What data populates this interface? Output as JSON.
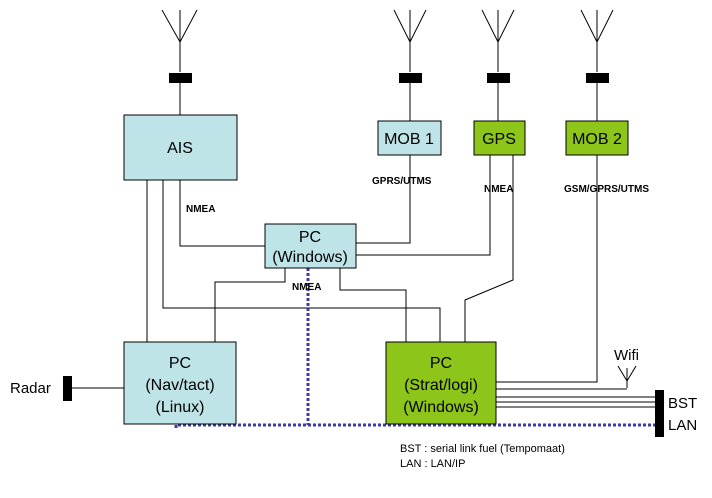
{
  "colors": {
    "light_box": "#bfe4e8",
    "green_box": "#8dc51a",
    "line": "#000000",
    "dotted_link": "#3b3ba8"
  },
  "boxes": {
    "ais": {
      "label": "AIS"
    },
    "mob1": {
      "label": "MOB 1"
    },
    "gps": {
      "label": "GPS"
    },
    "mob2": {
      "label": "MOB 2"
    },
    "pc_windows": {
      "line1": "PC",
      "line2": "(Windows)"
    },
    "pc_nav": {
      "line1": "PC",
      "line2": "(Nav/tact)",
      "line3": "(Linux)"
    },
    "pc_strat": {
      "line1": "PC",
      "line2": "(Strat/logi)",
      "line3": "(Windows)"
    }
  },
  "labels": {
    "nmea_ais": "NMEA",
    "gprs_utms": "GPRS/UTMS",
    "nmea_gps": "NMEA",
    "gsm_gprs_utms": "GSM/GPRS/UTMS",
    "nmea_pc": "NMEA",
    "radar": "Radar",
    "wifi": "Wifi",
    "bst": "BST",
    "lan": "LAN"
  },
  "legend": {
    "bst": "BST : serial link fuel (Tempomaat)",
    "lan": "LAN : LAN/IP"
  },
  "icons": [
    "antenna-icon",
    "connector-icon"
  ]
}
